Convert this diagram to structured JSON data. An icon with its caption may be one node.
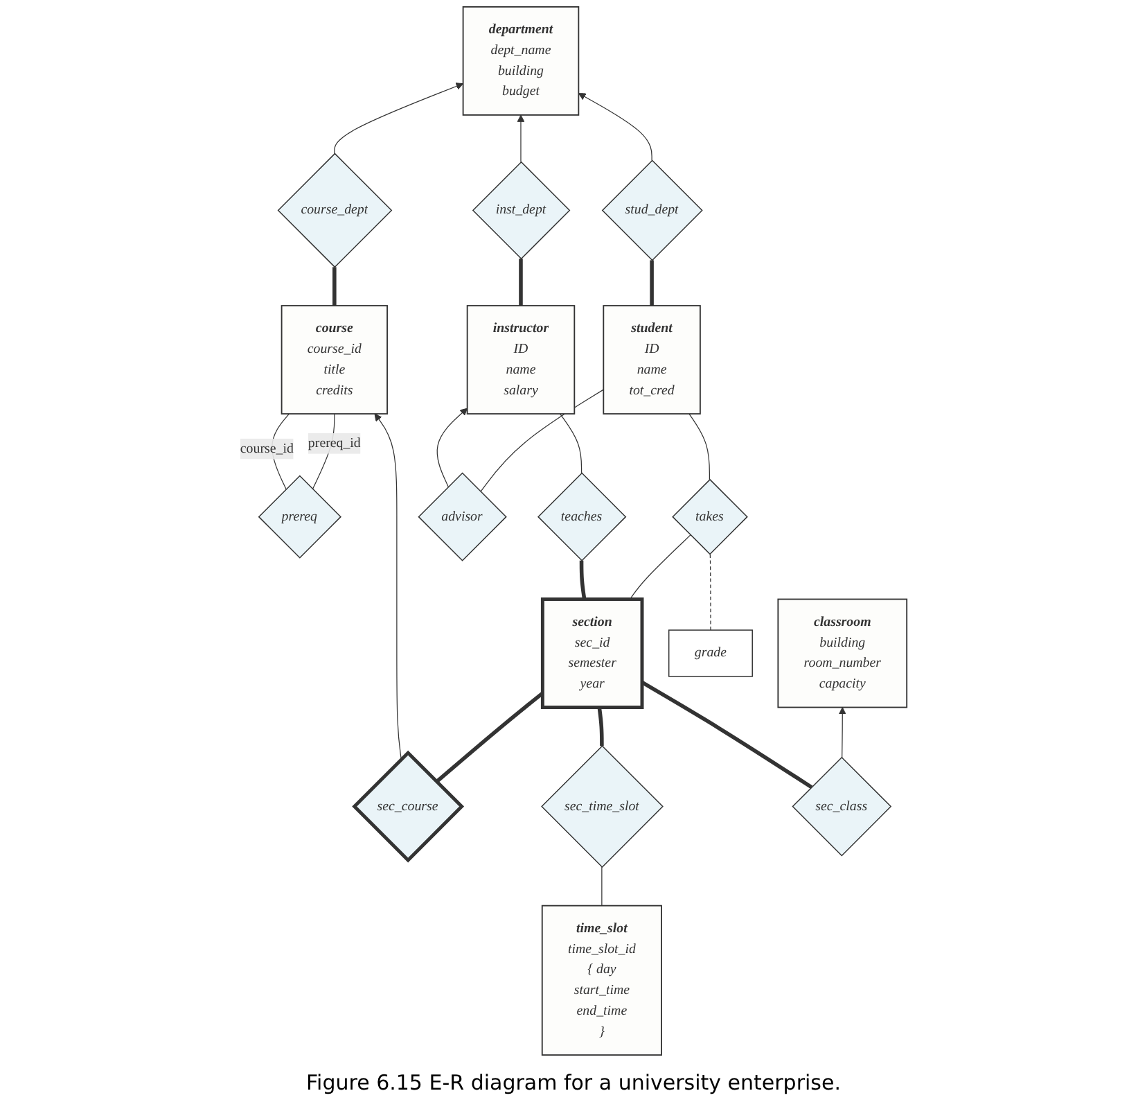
{
  "diagram": {
    "caption": "Figure 6.15 E-R diagram for a university enterprise.",
    "nodes": [
      {
        "text": [
          "department",
          "dept_name",
          "building",
          "budget"
        ]
      },
      {
        "text": [
          "course_dept"
        ]
      },
      {
        "text": [
          "inst_dept"
        ]
      },
      {
        "text": [
          "stud_dept"
        ]
      },
      {
        "text": [
          "instructor",
          "ID",
          "name",
          "salary"
        ]
      },
      {
        "text": [
          "advisor"
        ]
      },
      {
        "text": [
          "student",
          "ID",
          "name",
          "tot_cred"
        ]
      },
      {
        "text": [
          "teaches"
        ]
      },
      {
        "text": [
          "takes"
        ]
      },
      {
        "text": [
          "grade"
        ]
      },
      {
        "text": [
          "course",
          "course_id",
          "title",
          "credits"
        ]
      },
      {
        "text": [
          "sec_course"
        ]
      },
      {
        "text": [
          "section",
          "sec_id",
          "semester",
          "year"
        ]
      },
      {
        "text": [
          "sec_time_slot"
        ]
      },
      {
        "text": [
          "time_slot",
          "time_slot_id",
          "{ day",
          "start_time",
          "end_time",
          "}"
        ]
      },
      {
        "text": [
          "prereq"
        ]
      },
      {
        "text": [
          "sec_class"
        ]
      },
      {
        "text": [
          "classroom",
          "building",
          "room_number",
          "capacity"
        ]
      }
    ],
    "edges": [
      {
        "from": 1,
        "to": 0,
        "arrow": "to"
      },
      {
        "from": 1,
        "to": 10,
        "arrow": "none",
        "style": "thick"
      },
      {
        "from": 2,
        "to": 0,
        "arrow": "to"
      },
      {
        "from": 2,
        "to": 4,
        "arrow": "none",
        "style": "thick"
      },
      {
        "from": 3,
        "to": 0,
        "arrow": "to"
      },
      {
        "from": 3,
        "to": 6,
        "arrow": "none",
        "style": "thick"
      },
      {
        "from": 5,
        "to": 4,
        "arrow": "to"
      },
      {
        "from": 5,
        "to": 6,
        "arrow": "none"
      },
      {
        "from": 7,
        "to": 4,
        "arrow": "none"
      },
      {
        "from": 7,
        "to": 12,
        "arrow": "none",
        "style": "thick"
      },
      {
        "from": 8,
        "to": 6,
        "arrow": "none"
      },
      {
        "from": 8,
        "to": 12,
        "arrow": "none"
      },
      {
        "from": 8,
        "to": 9,
        "arrow": "none",
        "style": "dashed"
      },
      {
        "from": 11,
        "to": 10,
        "arrow": "to"
      },
      {
        "from": 11,
        "to": 12,
        "arrow": "none",
        "style": "thick"
      },
      {
        "from": 13,
        "to": 12,
        "arrow": "none",
        "style": "thick"
      },
      {
        "from": 13,
        "to": 14,
        "arrow": "none"
      },
      {
        "from": 15,
        "to": 10,
        "arrow": "none",
        "label": "course_id"
      },
      {
        "from": 15,
        "to": 10,
        "arrow": "none",
        "label": "prereq_id"
      },
      {
        "from": 16,
        "to": 12,
        "arrow": "none",
        "style": "thick"
      },
      {
        "from": 16,
        "to": 17,
        "arrow": "to"
      }
    ]
  }
}
